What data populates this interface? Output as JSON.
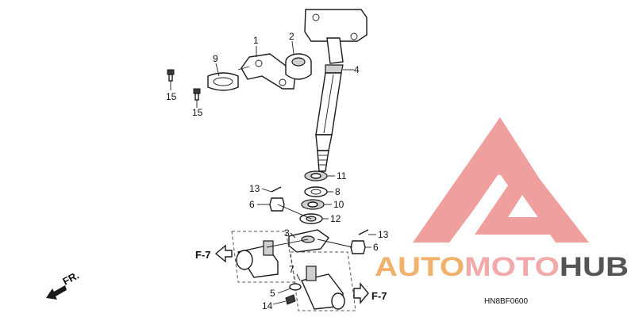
{
  "callouts": {
    "c1": "1",
    "c2": "2",
    "c3": "3",
    "c4": "4",
    "c5": "5",
    "c6a": "6",
    "c6b": "6",
    "c7": "7",
    "c8": "8",
    "c9": "9",
    "c10": "10",
    "c11": "11",
    "c12": "12",
    "c13a": "13",
    "c13b": "13",
    "c14": "14",
    "c15a": "15",
    "c15b": "15"
  },
  "refs": {
    "left": "F-7",
    "right": "F-7",
    "front": "FR."
  },
  "diagram_code": "HN8BF0600",
  "watermark": {
    "word_part1": "AUTO",
    "word_part2": "MOTO",
    "word_part3": "HUB",
    "colors": {
      "logo": "#ee8f8f",
      "auto": "#f2b16a",
      "moto": "#f2a9a9",
      "hub": "#555555"
    }
  }
}
